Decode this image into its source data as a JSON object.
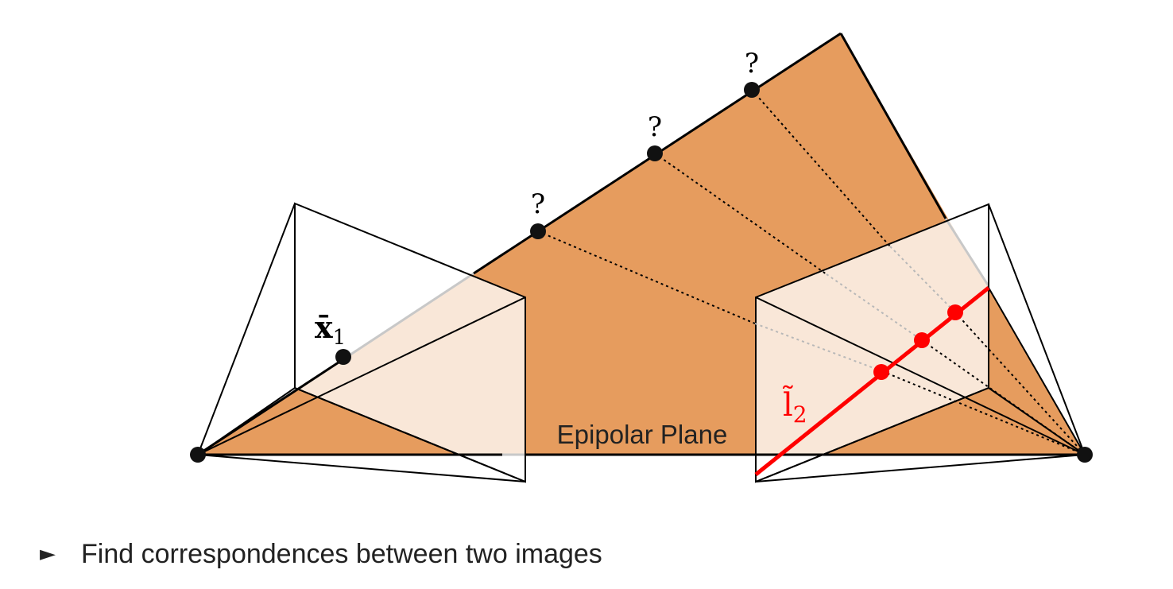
{
  "diagram": {
    "question_marks": [
      "?",
      "?",
      "?"
    ],
    "point_label_main": "x̄",
    "point_label_sub": "1",
    "epipolar_line_main": "l̃",
    "epipolar_line_sub": "2",
    "plane_label": "Epipolar Plane",
    "colors": {
      "plane": "#e69c5e",
      "image_overlay": "#fbe9db",
      "epipolar_line": "#ff0000",
      "lines": "#000000"
    }
  },
  "bullets": [
    {
      "marker": "►",
      "text": "Find correspondences between two images"
    }
  ]
}
